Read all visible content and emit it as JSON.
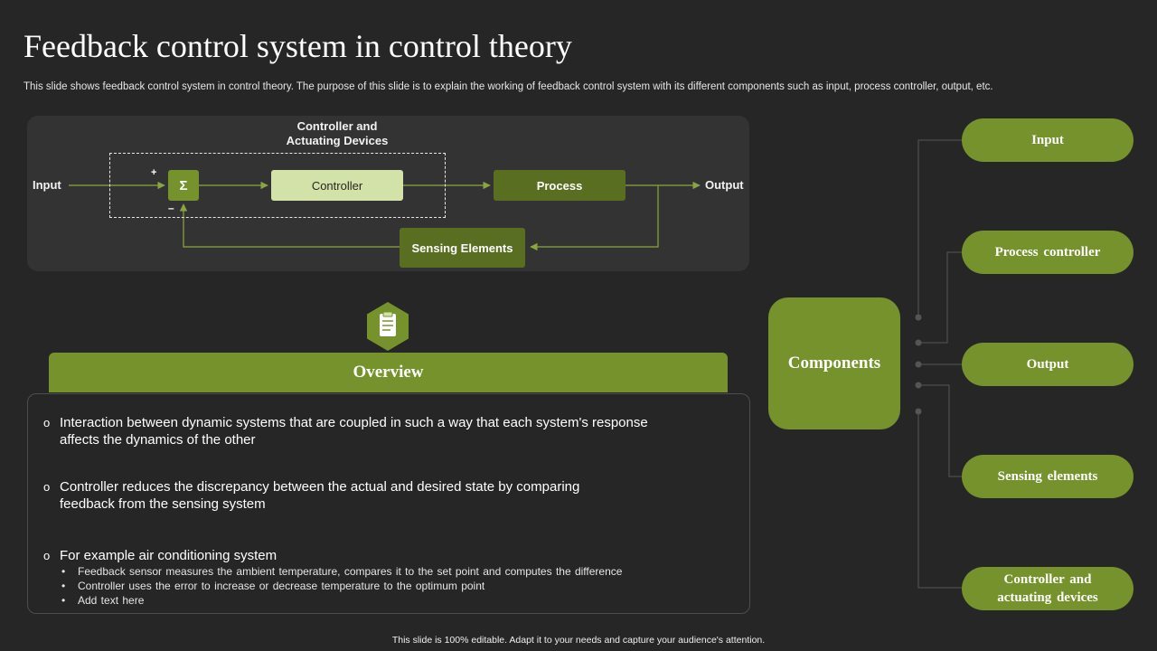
{
  "slide": {
    "title": "Feedback control system in control theory",
    "subtitle": "This slide shows feedback control system in control theory. The purpose of this slide is to explain the working of feedback control system with its different components such as input, process controller, output, etc.",
    "footer": "This slide is 100% editable. Adapt it to your needs and capture your audience's attention."
  },
  "diagram": {
    "input_label": "Input",
    "output_label": "Output",
    "controller_group_label_line1": "Controller and",
    "controller_group_label_line2": "Actuating Devices",
    "sum_symbol": "Σ",
    "plus_sign": "+",
    "minus_sign": "–",
    "controller_label": "Controller",
    "process_label": "Process",
    "sensing_label": "Sensing Elements",
    "clipboard_icon": "clipboard-icon"
  },
  "overview": {
    "heading": "Overview",
    "bullet_mark": "o",
    "sub_mark": "•",
    "bullets": [
      {
        "line1": "Interaction between dynamic systems that are coupled in such a way that each system's response",
        "line2": "affects the dynamics of the other"
      },
      {
        "line1": "Controller reduces the discrepancy between the actual and desired state by comparing",
        "line2": "feedback from the sensing system"
      },
      {
        "line1": "For example air conditioning system",
        "line2": ""
      }
    ],
    "sub_bullets": [
      "Feedback sensor measures the ambient temperature, compares it to the set point and computes the difference",
      "Controller uses the error to increase or decrease temperature to the optimum point",
      "Add text here"
    ]
  },
  "components": {
    "hub_label": "Components",
    "items": [
      {
        "line1": "Input",
        "line2": ""
      },
      {
        "line1": "Process controller",
        "line2": ""
      },
      {
        "line1": "Output",
        "line2": ""
      },
      {
        "line1": "Sensing elements",
        "line2": ""
      },
      {
        "line1": "Controller and",
        "line2": "actuating devices"
      }
    ]
  },
  "colors": {
    "background": "#262626",
    "panel": "#333333",
    "accent_green": "#76922c",
    "dark_green": "#5a6e22",
    "light_green": "#d3e2a9",
    "connector": "#8aa640"
  }
}
